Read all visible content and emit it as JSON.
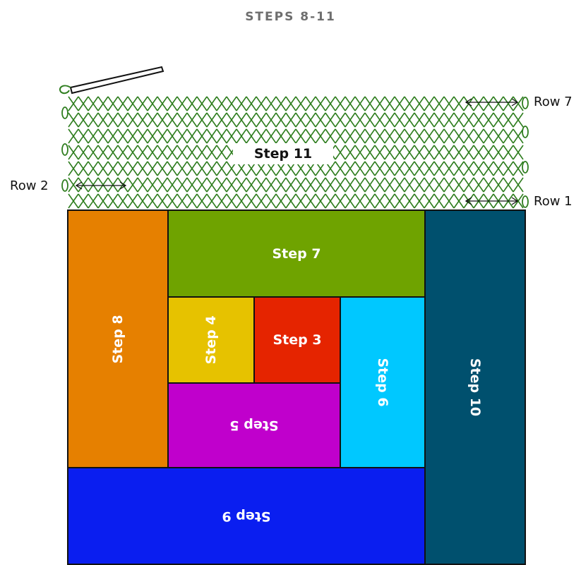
{
  "title": "STEPS 8-11",
  "blocks": {
    "step3": "Step 3",
    "step4": "Step 4",
    "step5": "Step 5",
    "step6": "Step 6",
    "step7": "Step 7",
    "step8": "Step 8",
    "step9": "Step 9",
    "step10": "Step 10",
    "step11": "Step 11"
  },
  "rows": {
    "row1": "Row 1",
    "row2": "Row 2",
    "row7": "Row 7"
  },
  "colors": {
    "step3": "#e52400",
    "step4": "#e6c200",
    "step5": "#c000cc",
    "step6": "#00c8ff",
    "step7": "#6fa300",
    "step8": "#e68000",
    "step9": "#0a1ef0",
    "step10": "#00506e",
    "stitch": "#2e7d1e"
  }
}
